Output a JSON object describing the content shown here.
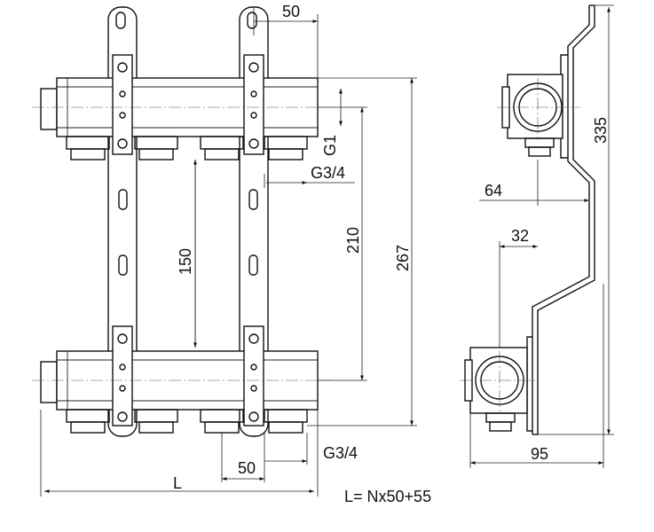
{
  "front_view": {
    "dim_top_pitch": "50",
    "dim_g1": "G1",
    "dim_g34_top": "G3/4",
    "dim_150": "150",
    "dim_210": "210",
    "dim_267": "267",
    "dim_g34_bottom": "G3/4",
    "dim_bottom_pitch": "50",
    "dim_length": "L",
    "formula": "L= Nx50+55"
  },
  "side_view": {
    "dim_335": "335",
    "dim_64": "64",
    "dim_32": "32",
    "dim_95": "95"
  }
}
